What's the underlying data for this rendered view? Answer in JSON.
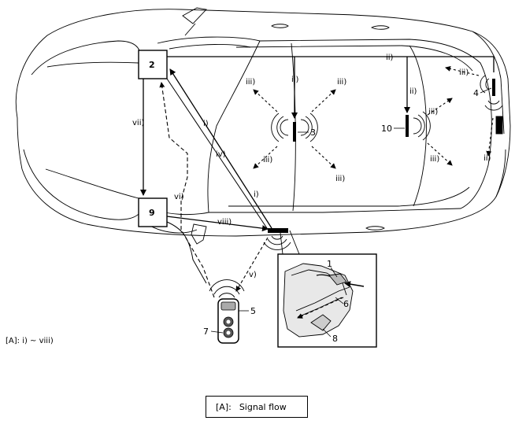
{
  "diagram": {
    "components": {
      "c1": "1",
      "c2": "2",
      "c3": "3",
      "c4": "4",
      "c5": "5",
      "c6": "6",
      "c7": "7",
      "c8": "8",
      "c9": "9",
      "c10": "10"
    },
    "signals": {
      "s_i_a": "i)",
      "s_i_b": "i)",
      "s_i_c": "i)",
      "s_ii_a": "ii)",
      "s_ii_b": "ii)",
      "s_ii_c": "ii)",
      "s_ii_d": "ii)",
      "s_iii_a": "iii)",
      "s_iii_b": "iii)",
      "s_iii_c": "iii)",
      "s_iii_d": "iii)",
      "s_iii_e": "iii)",
      "s_iii_f": "iii)",
      "s_iv": "iv)",
      "s_v": "v)",
      "s_vi": "vi)",
      "s_vii": "vii)",
      "s_viii": "viii)"
    },
    "range_note": "[A]: i) ~ viii)",
    "legend": {
      "tag": "[A]:",
      "text": "Signal flow"
    }
  }
}
